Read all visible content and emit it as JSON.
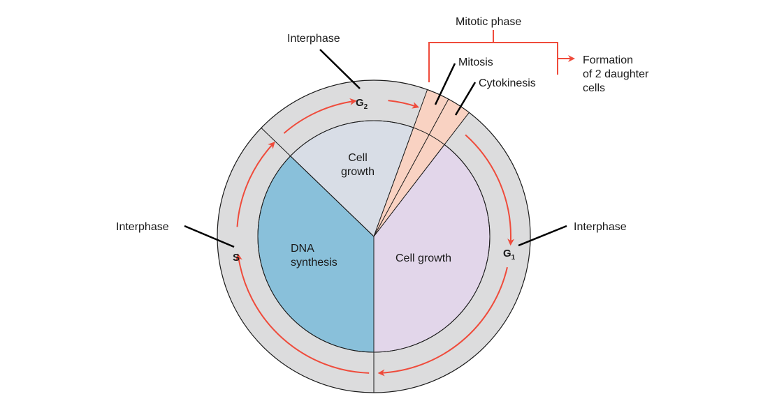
{
  "title": "Cell cycle",
  "colors": {
    "ring": "#dcdcdd",
    "dna_synthesis": "#89c0da",
    "g2_growth": "#d8dde6",
    "g1_growth": "#e2d6ea",
    "mitotic": "#f9d2c2",
    "arrow": "#ef4b3b",
    "stroke": "#1a1a1a"
  },
  "phases": {
    "g2": {
      "main": "G",
      "sub": "2",
      "label": "Interphase"
    },
    "s": {
      "main": "S",
      "label": "Interphase"
    },
    "g1": {
      "main": "G",
      "sub": "1",
      "label": "Interphase"
    }
  },
  "segments": {
    "g2_text": [
      "Cell",
      "growth"
    ],
    "s_text": [
      "DNA",
      "synthesis"
    ],
    "g1_text": "Cell growth"
  },
  "mitotic": {
    "label": "Mitotic phase",
    "mitosis": "Mitosis",
    "cytokinesis": "Cytokinesis",
    "result": [
      "Formation",
      "of 2 daughter",
      "cells"
    ]
  }
}
